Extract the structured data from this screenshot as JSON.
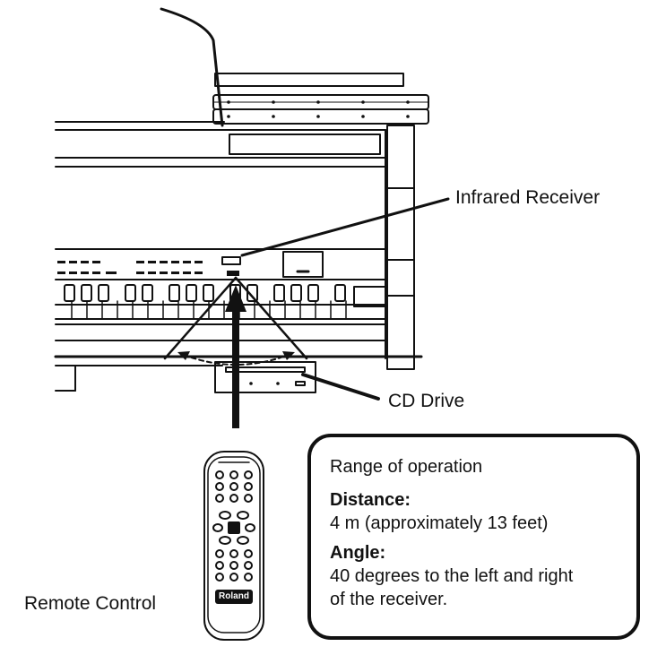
{
  "labels": {
    "infrared_receiver": "Infrared Receiver",
    "cd_drive": "CD Drive",
    "remote_control": "Remote Control",
    "remote_brand": "Roland"
  },
  "info_box": {
    "heading": "Range of operation",
    "distance_label": "Distance:",
    "distance_value": "4 m (approximately 13 feet)",
    "angle_label": "Angle:",
    "angle_value_line1": "40 degrees to the left and right",
    "angle_value_line2": "of the receiver."
  },
  "colors": {
    "ink": "#111111",
    "background": "#ffffff"
  }
}
